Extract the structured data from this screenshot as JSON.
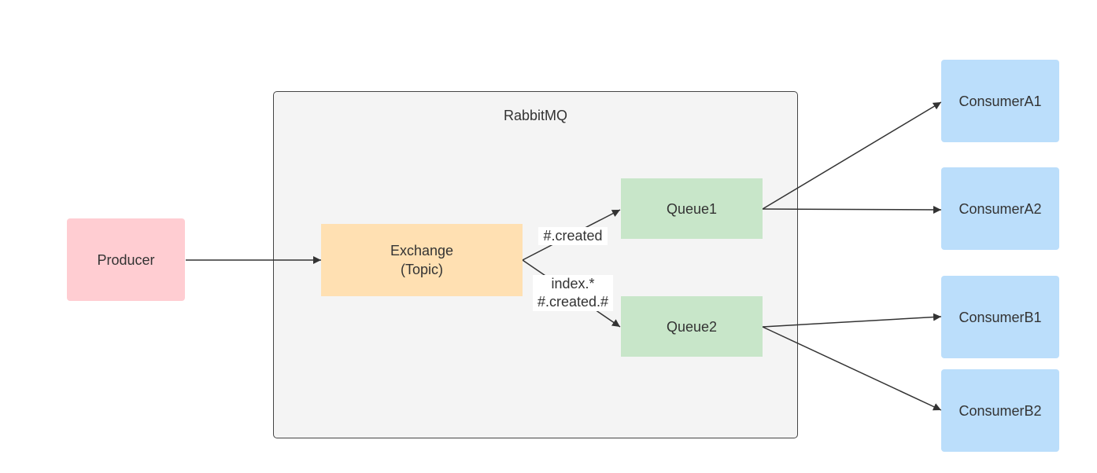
{
  "diagram": {
    "colors": {
      "producer_fill": "#ffcdd2",
      "exchange_fill": "#ffe0b2",
      "queue_fill": "#c8e6c9",
      "consumer_fill": "#bbdefb",
      "container_fill": "#f4f4f4",
      "container_border": "#444444",
      "edge": "#333333"
    },
    "container": {
      "title": "RabbitMQ"
    },
    "nodes": {
      "producer": {
        "label": "Producer"
      },
      "exchange": {
        "line1": "Exchange",
        "line2": "(Topic)"
      },
      "queue1": {
        "label": "Queue1"
      },
      "queue2": {
        "label": "Queue2"
      },
      "consumer_a1": {
        "label": "ConsumerA1"
      },
      "consumer_a2": {
        "label": "ConsumerA2"
      },
      "consumer_b1": {
        "label": "ConsumerB1"
      },
      "consumer_b2": {
        "label": "ConsumerB2"
      }
    },
    "edges": {
      "queue1_binding": "#.created",
      "queue2_binding_line1": "index.*",
      "queue2_binding_line2": "#.created.#"
    }
  }
}
